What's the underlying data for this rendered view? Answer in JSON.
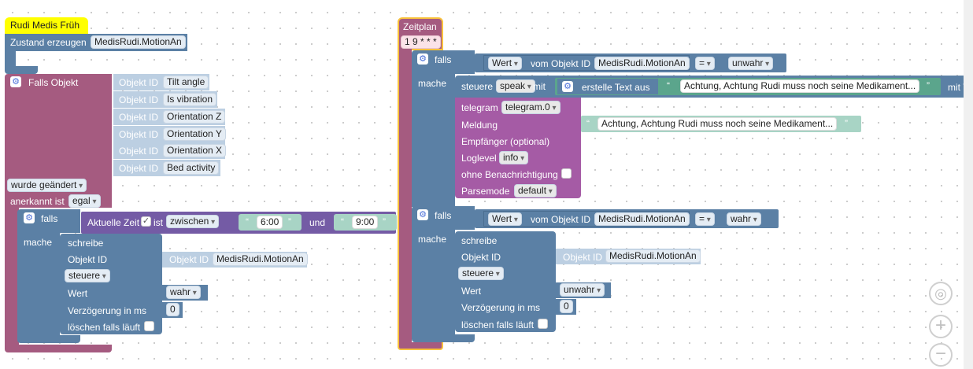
{
  "left": {
    "title": "Rudi Medis Früh",
    "state_label": "Zustand erzeugen",
    "state_value": "MedisRudi.MotionAn",
    "trigger_label": "Falls Objekt",
    "object_id_label": "Objekt ID",
    "object_ids": [
      "Tilt angle",
      "Is vibration",
      "Orientation Z",
      "Orientation Y",
      "Orientation X",
      "Bed activity"
    ],
    "changed_label": "wurde geändert",
    "ack_label": "anerkannt ist",
    "ack_value": "egal",
    "if_label": "falls",
    "time_label": "Aktuelle Zeit",
    "is_label": "ist",
    "between_value": "zwischen",
    "time_from": "6:00",
    "and_label": "und",
    "time_to": "9:00",
    "do_label": "mache",
    "write_label": "schreibe",
    "obj_label": "Objekt ID",
    "obj_value": "MedisRudi.MotionAn",
    "mode_value": "steuere",
    "value_label": "Wert",
    "value_value": "wahr",
    "delay_label": "Verzögerung in ms",
    "delay_value": "0",
    "clear_label": "löschen falls läuft"
  },
  "right": {
    "title": "Zeitplan",
    "cron": "1 9 * * *",
    "if1_label": "falls",
    "if1_value_label": "Wert",
    "if1_of_label": "vom Objekt ID",
    "if1_obj": "MedisRudi.MotionAn",
    "if1_op": "=",
    "if1_cmp": "unwahr",
    "do_label": "mache",
    "control_label": "steuere",
    "speak_value": "speak",
    "with_label": "mit",
    "create_text_label": "erstelle Text aus",
    "text_value": "Achtung, Achtung Rudi muss noch seine Medikament...",
    "with_v_label": "mit V",
    "telegram_label": "telegram",
    "telegram_value": "telegram.0",
    "message_label": "Meldung",
    "message_value": "Achtung, Achtung Rudi muss noch seine Medikament...",
    "recipient_label": "Empfänger (optional)",
    "loglevel_label": "Loglevel",
    "loglevel_value": "info",
    "no_notify_label": "ohne Benachrichtigung",
    "parsemode_label": "Parsemode",
    "parsemode_value": "default",
    "if2_label": "falls",
    "if2_value_label": "Wert",
    "if2_of_label": "vom Objekt ID",
    "if2_obj": "MedisRudi.MotionAn",
    "if2_op": "=",
    "if2_cmp": "wahr",
    "do2_label": "mache",
    "write_label": "schreibe",
    "obj_label": "Objekt ID",
    "obj_value": "MedisRudi.MotionAn",
    "mode_value": "steuere",
    "value_label": "Wert",
    "value_value": "unwahr",
    "delay_label": "Verzögerung in ms",
    "delay_value": "0",
    "clear_label": "löschen falls läuft"
  },
  "colors": {
    "event_block": "#a55b80",
    "logic_block": "#5b80a5",
    "action_block": "#5b80a5",
    "text_block": "#5ba58c",
    "telegram_block": "#a55ba5",
    "timer_block": "#a55b80",
    "time_block": "#745ba5",
    "highlight": "#ffff00",
    "orange_border": "#f9c23c"
  }
}
